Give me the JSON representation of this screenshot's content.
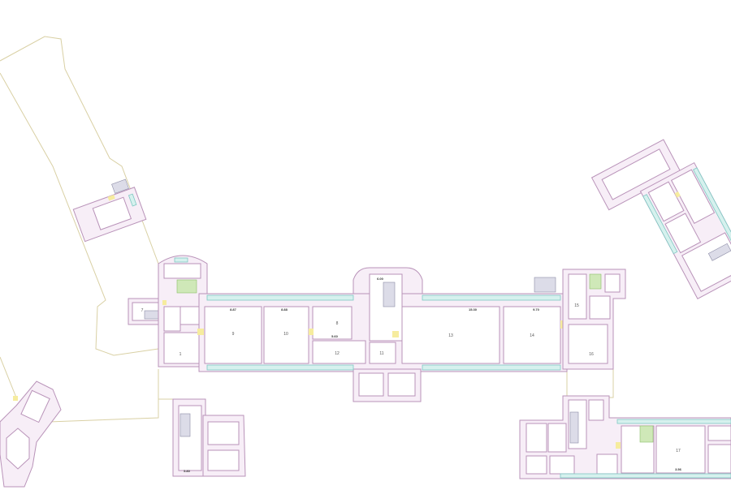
{
  "plan": {
    "rooms": [
      {
        "id": "room-9",
        "label": "9"
      },
      {
        "id": "room-10",
        "label": "10"
      },
      {
        "id": "room-8",
        "label": "8"
      },
      {
        "id": "room-12",
        "label": "12"
      },
      {
        "id": "room-11",
        "label": "11"
      },
      {
        "id": "room-13",
        "label": "13"
      },
      {
        "id": "room-14",
        "label": "14"
      },
      {
        "id": "room-15",
        "label": "15"
      },
      {
        "id": "room-16",
        "label": "16"
      },
      {
        "id": "room-17",
        "label": "17"
      },
      {
        "id": "room-7",
        "label": "7"
      },
      {
        "id": "room-1",
        "label": "1"
      }
    ],
    "dimensions": [
      "8.87",
      "8.88",
      "15.30",
      "9.70",
      "6.00",
      "5.60",
      "5.80",
      "3.56"
    ]
  },
  "colors": {
    "wall": "#b993b9",
    "window": "#7fc9c3",
    "door": "#f6ec9e",
    "site": "#d9d0a4",
    "sanitary": "#8cbf6a"
  }
}
